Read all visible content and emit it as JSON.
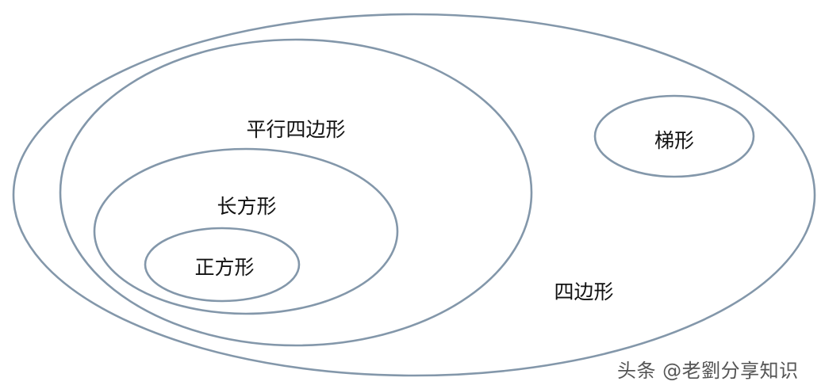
{
  "diagram": {
    "stroke_color": "#8397aa",
    "sets": {
      "quadrilateral": "四边形",
      "parallelogram": "平行四边形",
      "rectangle": "长方形",
      "square": "正方形",
      "trapezoid": "梯形"
    }
  },
  "watermark": {
    "text": "头条 @老劉分享知识"
  }
}
